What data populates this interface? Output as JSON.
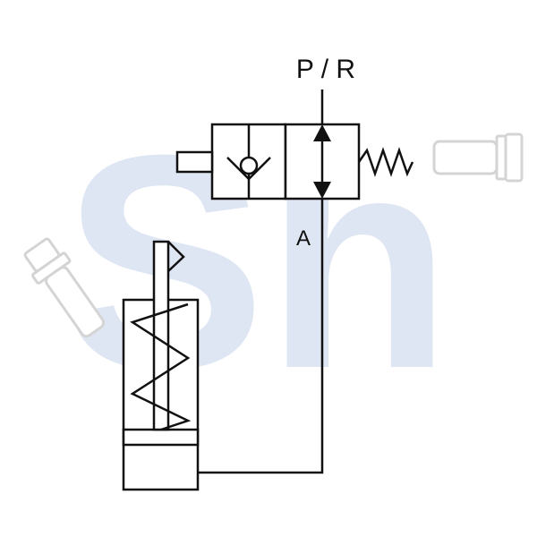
{
  "labels": {
    "port_pr": "P / R",
    "port_a": "A"
  },
  "watermark": {
    "text": "Sh",
    "color": "#dfe6f3"
  },
  "colors": {
    "line": "#111111",
    "fitting": "#d4d4d4"
  },
  "icons": [
    "check-valve-icon",
    "spring-icon",
    "flow-arrow-icon",
    "hose-fitting-icon"
  ]
}
